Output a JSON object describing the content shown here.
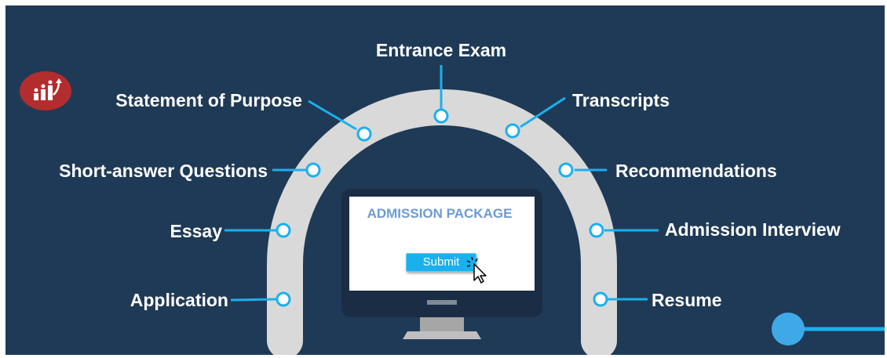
{
  "steps": {
    "application": "Application",
    "essay": "Essay",
    "short_answer": "Short-answer Questions",
    "statement": "Statement of Purpose",
    "entrance_exam": "Entrance Exam",
    "transcripts": "Transcripts",
    "recommendations": "Recommendations",
    "interview": "Admission Interview",
    "resume": "Resume"
  },
  "monitor": {
    "title": "ADMISSION PACKAGE",
    "button": "Submit"
  },
  "colors": {
    "background": "#1f3a56",
    "arc": "#d9d9d9",
    "accent": "#1ab0ee",
    "logo": "#b32d2e"
  },
  "icons": [
    "logo-chart-icon",
    "cursor-click-icon"
  ]
}
